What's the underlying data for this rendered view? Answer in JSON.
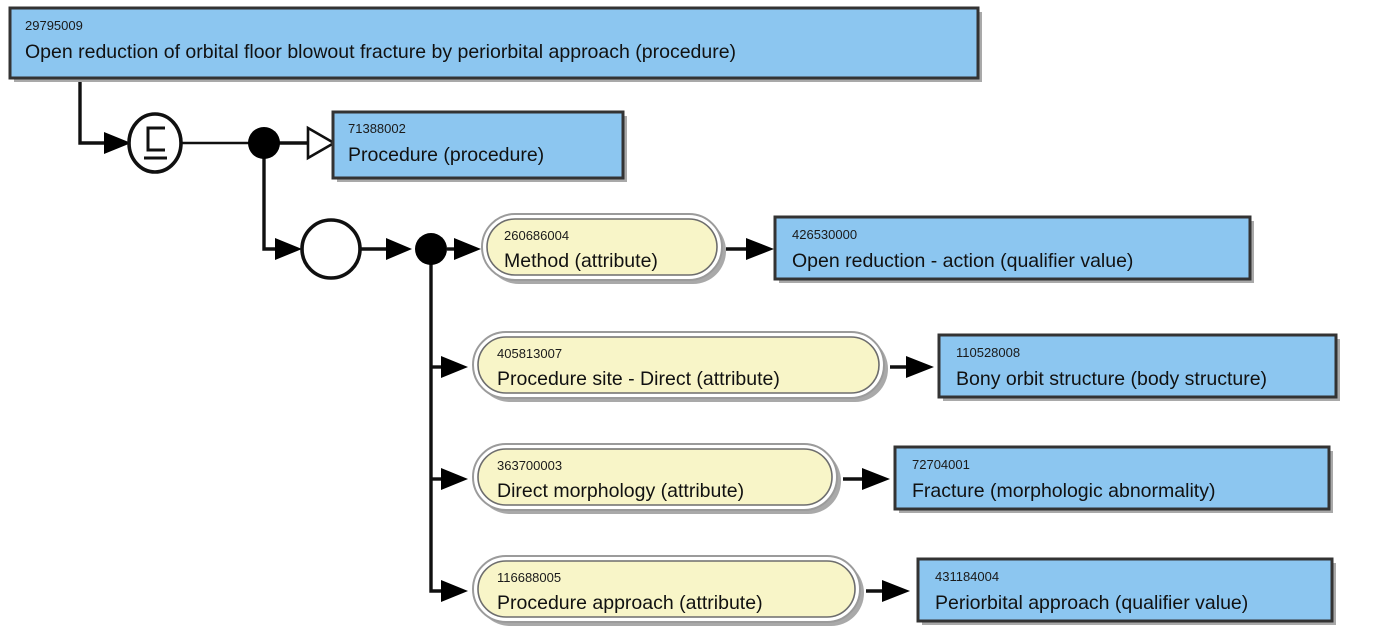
{
  "diagram": {
    "type": "snomed-ct-concept-model",
    "title": "Open reduction of orbital floor blowout fracture by periorbital approach (procedure)",
    "colors": {
      "concept_fill": "#8CC6F0",
      "attribute_fill": "#F8F5C8",
      "border": "#333333",
      "line": "#101010",
      "background": "#FFFFFF"
    },
    "focus_concept": {
      "id": "29795009",
      "term": "Open reduction of orbital floor blowout fracture by periorbital approach (procedure)"
    },
    "subsumption_symbol": "is-a-subsumption-glyph",
    "role_group_symbol": "role-group-circle",
    "parents": [
      {
        "id": "71388002",
        "term": "Procedure (procedure)",
        "relationship": "is-a"
      }
    ],
    "role_group": {
      "label": "role-group",
      "attributes": [
        {
          "attribute_id": "260686004",
          "attribute_term": "Method (attribute)",
          "value_id": "426530000",
          "value_term": "Open reduction - action (qualifier value)"
        },
        {
          "attribute_id": "405813007",
          "attribute_term": "Procedure site - Direct (attribute)",
          "value_id": "110528008",
          "value_term": "Bony orbit structure (body structure)"
        },
        {
          "attribute_id": "363700003",
          "attribute_term": "Direct morphology (attribute)",
          "value_id": "72704001",
          "value_term": "Fracture (morphologic abnormality)"
        },
        {
          "attribute_id": "116688005",
          "attribute_term": "Procedure approach (attribute)",
          "value_id": "431184004",
          "value_term": "Periorbital approach (qualifier value)"
        }
      ]
    }
  }
}
